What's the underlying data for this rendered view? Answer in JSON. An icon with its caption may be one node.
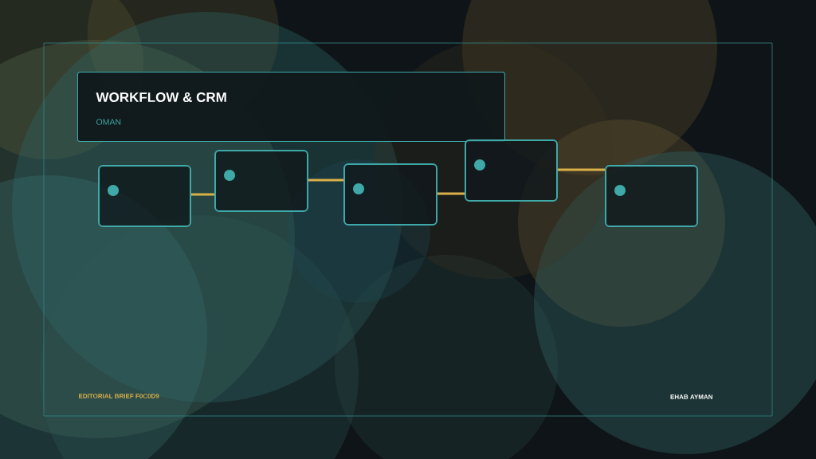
{
  "diagram": {
    "nodes": [
      {
        "text": [
          "WORKFLOW & CRM",
          "OMAN"
        ]
      },
      {
        "text": [],
        "shape": "box"
      },
      {
        "text": [],
        "shape": "box"
      },
      {
        "text": [],
        "shape": "box"
      },
      {
        "text": [],
        "shape": "box"
      },
      {
        "text": [],
        "shape": "box"
      }
    ],
    "edges": [
      {
        "from": 1,
        "to": 2,
        "arrow": "none"
      },
      {
        "from": 2,
        "to": 3,
        "arrow": "none"
      },
      {
        "from": 3,
        "to": 4,
        "arrow": "none"
      },
      {
        "from": 4,
        "to": 5,
        "arrow": "none"
      }
    ],
    "labels": [
      "EDITORIAL BRIEF  F0C0D9",
      "EHAB AYMAN"
    ]
  }
}
